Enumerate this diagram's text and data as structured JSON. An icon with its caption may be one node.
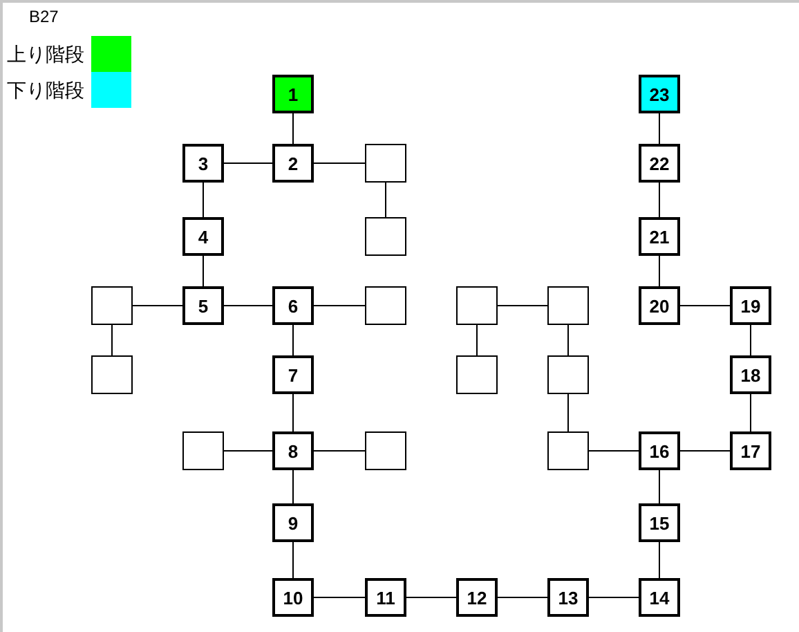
{
  "diagram": {
    "nodes": [
      {
        "text": [
          "1"
        ]
      },
      {
        "text": [
          "23"
        ]
      },
      {
        "text": [
          "3"
        ]
      },
      {
        "text": [
          "2"
        ]
      },
      {
        "text": [],
        "shape": "box"
      },
      {
        "text": [
          "22"
        ]
      },
      {
        "text": [
          "4"
        ]
      },
      {
        "text": [],
        "shape": "box"
      },
      {
        "text": [
          "21"
        ]
      },
      {
        "text": [],
        "shape": "box"
      },
      {
        "text": [
          "5"
        ]
      },
      {
        "text": [
          "6"
        ]
      },
      {
        "text": [],
        "shape": "box"
      },
      {
        "text": [],
        "shape": "box"
      },
      {
        "text": [],
        "shape": "box"
      },
      {
        "text": [
          "20"
        ]
      },
      {
        "text": [
          "19"
        ]
      },
      {
        "text": [],
        "shape": "box"
      },
      {
        "text": [
          "7"
        ]
      },
      {
        "text": [],
        "shape": "box"
      },
      {
        "text": [],
        "shape": "box"
      },
      {
        "text": [
          "18"
        ]
      },
      {
        "text": [],
        "shape": "box"
      },
      {
        "text": [
          "8"
        ]
      },
      {
        "text": [],
        "shape": "box"
      },
      {
        "text": [],
        "shape": "box"
      },
      {
        "text": [
          "16"
        ]
      },
      {
        "text": [
          "17"
        ]
      },
      {
        "text": [
          "9"
        ]
      },
      {
        "text": [
          "15"
        ]
      },
      {
        "text": [
          "10"
        ]
      },
      {
        "text": [
          "11"
        ]
      },
      {
        "text": [
          "12"
        ]
      },
      {
        "text": [
          "13"
        ]
      },
      {
        "text": [
          "14"
        ]
      }
    ],
    "edges": [
      {
        "from": 0,
        "to": 3,
        "arrow": "none"
      },
      {
        "from": 2,
        "to": 3,
        "arrow": "none"
      },
      {
        "from": 3,
        "to": 4,
        "arrow": "none"
      },
      {
        "from": 4,
        "to": 7,
        "arrow": "none"
      },
      {
        "from": 2,
        "to": 6,
        "arrow": "none"
      },
      {
        "from": 6,
        "to": 10,
        "arrow": "none"
      },
      {
        "from": 9,
        "to": 10,
        "arrow": "none"
      },
      {
        "from": 10,
        "to": 11,
        "arrow": "none"
      },
      {
        "from": 11,
        "to": 12,
        "arrow": "none"
      },
      {
        "from": 9,
        "to": 17,
        "arrow": "none"
      },
      {
        "from": 11,
        "to": 18,
        "arrow": "none"
      },
      {
        "from": 18,
        "to": 23,
        "arrow": "none"
      },
      {
        "from": 22,
        "to": 23,
        "arrow": "none"
      },
      {
        "from": 23,
        "to": 24,
        "arrow": "none"
      },
      {
        "from": 23,
        "to": 28,
        "arrow": "none"
      },
      {
        "from": 28,
        "to": 30,
        "arrow": "none"
      },
      {
        "from": 30,
        "to": 31,
        "arrow": "none"
      },
      {
        "from": 31,
        "to": 32,
        "arrow": "none"
      },
      {
        "from": 32,
        "to": 33,
        "arrow": "none"
      },
      {
        "from": 33,
        "to": 34,
        "arrow": "none"
      },
      {
        "from": 34,
        "to": 29,
        "arrow": "none"
      },
      {
        "from": 29,
        "to": 26,
        "arrow": "none"
      },
      {
        "from": 25,
        "to": 26,
        "arrow": "none"
      },
      {
        "from": 26,
        "to": 27,
        "arrow": "none"
      },
      {
        "from": 27,
        "to": 21,
        "arrow": "none"
      },
      {
        "from": 21,
        "to": 16,
        "arrow": "none"
      },
      {
        "from": 16,
        "to": 15,
        "arrow": "none"
      },
      {
        "from": 15,
        "to": 8,
        "arrow": "none"
      },
      {
        "from": 8,
        "to": 5,
        "arrow": "none"
      },
      {
        "from": 5,
        "to": 1,
        "arrow": "none"
      },
      {
        "from": 13,
        "to": 14,
        "arrow": "none"
      },
      {
        "from": 13,
        "to": 19,
        "arrow": "none"
      },
      {
        "from": 14,
        "to": 20,
        "arrow": "none"
      },
      {
        "from": 20,
        "to": 25,
        "arrow": "none"
      }
    ],
    "labels": [
      "B27"
    ],
    "legend": [
      {
        "text": "上り階段",
        "color": "#00ff00"
      },
      {
        "text": "下り階段",
        "color": "#00ffff"
      }
    ]
  }
}
